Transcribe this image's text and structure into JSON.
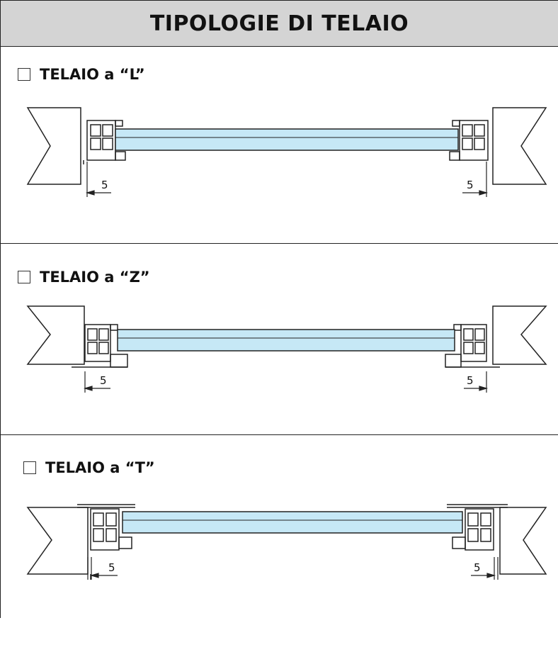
{
  "header": {
    "title": "TIPOLOGIE DI TELAIO"
  },
  "options": [
    {
      "label": "TELAIO a “L”",
      "checked": false
    },
    {
      "label": "TELAIO a “Z”",
      "checked": false
    },
    {
      "label": "TELAIO a “T”",
      "checked": false
    }
  ],
  "dimensions": {
    "offset_label": "5"
  },
  "colors": {
    "glass": "#c6e8f6",
    "line": "#222222",
    "header_bg": "#d4d4d4"
  }
}
